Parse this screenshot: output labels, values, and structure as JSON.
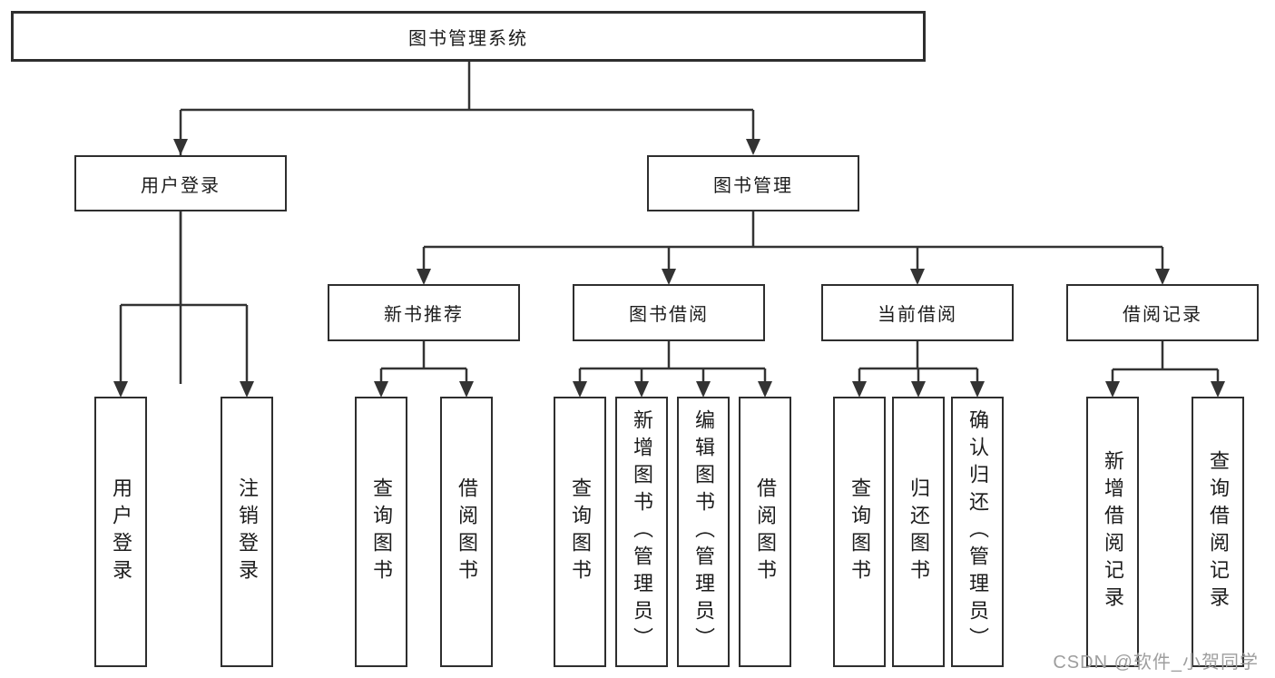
{
  "diagram": {
    "type": "tree-function-structure",
    "colors": {
      "line": "#333333",
      "box_border": "#2e2e2e",
      "box_fill": "#ffffff",
      "text": "#1c1c1c",
      "watermark": "#9e9e9e",
      "background": "#ffffff"
    },
    "nodes": {
      "root": {
        "label": "图书管理系统"
      },
      "user_login": {
        "label": "用户登录"
      },
      "book_mgmt": {
        "label": "图书管理"
      },
      "leaf_user_login": {
        "label": "用户登录"
      },
      "leaf_logout": {
        "label": "注销登录"
      },
      "new_book_rec": {
        "label": "新书推荐"
      },
      "book_borrow": {
        "label": "图书借阅"
      },
      "current_borrow": {
        "label": "当前借阅"
      },
      "borrow_record": {
        "label": "借阅记录"
      },
      "leaf_query_book_rec": {
        "label": "查询图书"
      },
      "leaf_borrow_book_rec": {
        "label": "借阅图书"
      },
      "leaf_query_book_borrow": {
        "label": "查询图书"
      },
      "leaf_add_book_admin": {
        "label": "新增图书（管理员）"
      },
      "leaf_edit_book_admin": {
        "label": "编辑图书（管理员）"
      },
      "leaf_borrow_book_borrow": {
        "label": "借阅图书"
      },
      "leaf_query_book_current": {
        "label": "查询图书"
      },
      "leaf_return_book": {
        "label": "归还图书"
      },
      "leaf_confirm_return_admin": {
        "label": "确认归还（管理员）"
      },
      "leaf_add_borrow_record": {
        "label": "新增借阅记录"
      },
      "leaf_query_borrow_record": {
        "label": "查询借阅记录"
      }
    },
    "edges": [
      [
        "root",
        "user_login"
      ],
      [
        "root",
        "book_mgmt"
      ],
      [
        "user_login",
        "leaf_user_login"
      ],
      [
        "user_login",
        "leaf_logout"
      ],
      [
        "book_mgmt",
        "new_book_rec"
      ],
      [
        "book_mgmt",
        "book_borrow"
      ],
      [
        "book_mgmt",
        "current_borrow"
      ],
      [
        "book_mgmt",
        "borrow_record"
      ],
      [
        "new_book_rec",
        "leaf_query_book_rec"
      ],
      [
        "new_book_rec",
        "leaf_borrow_book_rec"
      ],
      [
        "book_borrow",
        "leaf_query_book_borrow"
      ],
      [
        "book_borrow",
        "leaf_add_book_admin"
      ],
      [
        "book_borrow",
        "leaf_edit_book_admin"
      ],
      [
        "book_borrow",
        "leaf_borrow_book_borrow"
      ],
      [
        "current_borrow",
        "leaf_query_book_current"
      ],
      [
        "current_borrow",
        "leaf_return_book"
      ],
      [
        "current_borrow",
        "leaf_confirm_return_admin"
      ],
      [
        "borrow_record",
        "leaf_add_borrow_record"
      ],
      [
        "borrow_record",
        "leaf_query_borrow_record"
      ]
    ],
    "watermark": {
      "text": "CSDN @软件_小贺同学"
    }
  }
}
